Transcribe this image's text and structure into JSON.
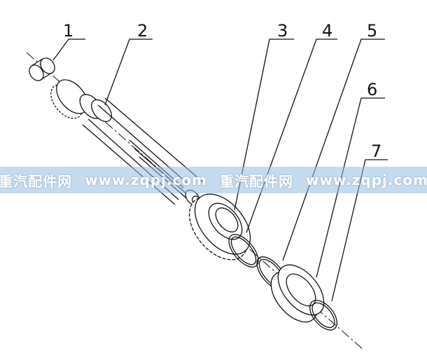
{
  "callouts": [
    "1",
    "2",
    "3",
    "4",
    "5",
    "6",
    "7"
  ],
  "watermark": {
    "brand": "重汽配件网",
    "url": "www.zqpj.com"
  },
  "colors": {
    "line": "#111111",
    "watermark_band": "#96bee1"
  }
}
